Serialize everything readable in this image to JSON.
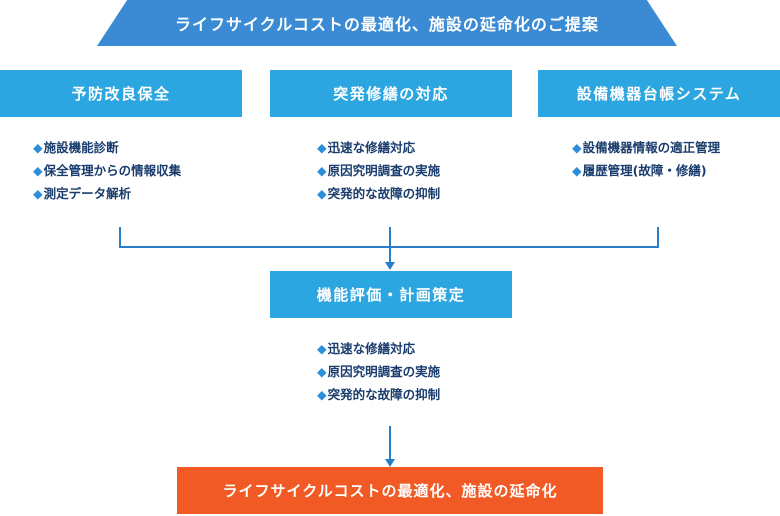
{
  "banner": {
    "title": "ライフサイクルコストの最適化、施設の延命化のご提案"
  },
  "columns": [
    {
      "label": "予防改良保全",
      "items": [
        "施設機能診断",
        "保全管理からの情報収集",
        "測定データ解析"
      ]
    },
    {
      "label": "突発修繕の対応",
      "items": [
        "迅速な修繕対応",
        "原因究明調査の実施",
        "突発的な故障の抑制"
      ]
    },
    {
      "label": "設備機器台帳システム",
      "items": [
        "設備機器情報の適正管理",
        "履歴管理(故障・修繕)"
      ]
    }
  ],
  "middle": {
    "label": "機能評価・計画策定",
    "items": [
      "迅速な修繕対応",
      "原因究明調査の実施",
      "突発的な故障の抑制"
    ]
  },
  "final": {
    "label": "ライフサイクルコストの最適化、施設の延命化"
  },
  "bullet": "◆",
  "colors": {
    "banner": "#3a8bd3",
    "box": "#2ca6e0",
    "final": "#f15a25",
    "text": "#1a3d6e",
    "line": "#2a7dc7"
  }
}
